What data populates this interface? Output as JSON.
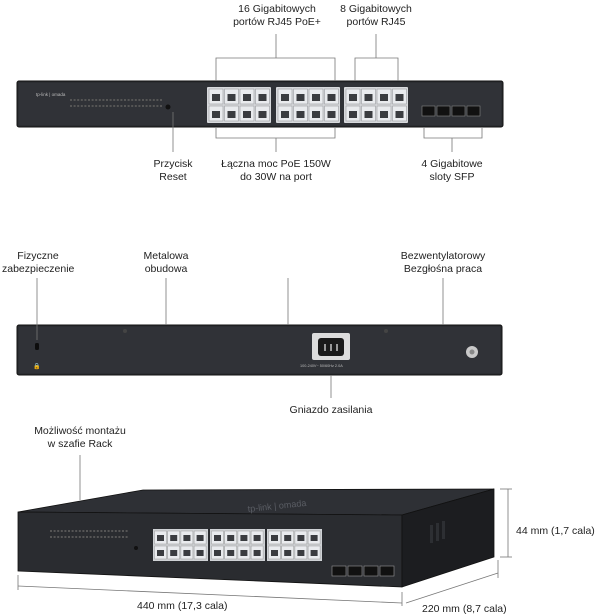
{
  "front": {
    "poe_ports": [
      "16 Gigabitowych",
      "portów RJ45 PoE+"
    ],
    "rj45_ports": [
      "8 Gigabitowych",
      "portów RJ45"
    ],
    "reset": [
      "Przycisk",
      "Reset"
    ],
    "poe_power": [
      "Łączna moc PoE 150W",
      "do 30W na port"
    ],
    "sfp": [
      "4 Gigabitowe",
      "sloty SFP"
    ],
    "brand": "tp-link | omada"
  },
  "back": {
    "lock": [
      "Fizyczne",
      "zabezpieczenie"
    ],
    "case": [
      "Metalowa",
      "obudowa"
    ],
    "fanless": [
      "Bezwentylatorowy",
      "Bezgłośna praca"
    ],
    "power_socket": "Gniazdo zasilania",
    "power_rating": "100-240V~ 50/60Hz 2.0A"
  },
  "iso": {
    "rack": [
      "Możliwość montażu",
      "w szafie Rack"
    ],
    "width": "440 mm (17,3 cala)",
    "depth": "220 mm (8,7 cala)",
    "height": "44 mm (1,7 cala)",
    "brand": "tp-link | omada"
  },
  "colors": {
    "chassis": "#2b2d31",
    "chassis_dark": "#1c1d20",
    "port": "#e9ebee",
    "line": "#777777"
  }
}
